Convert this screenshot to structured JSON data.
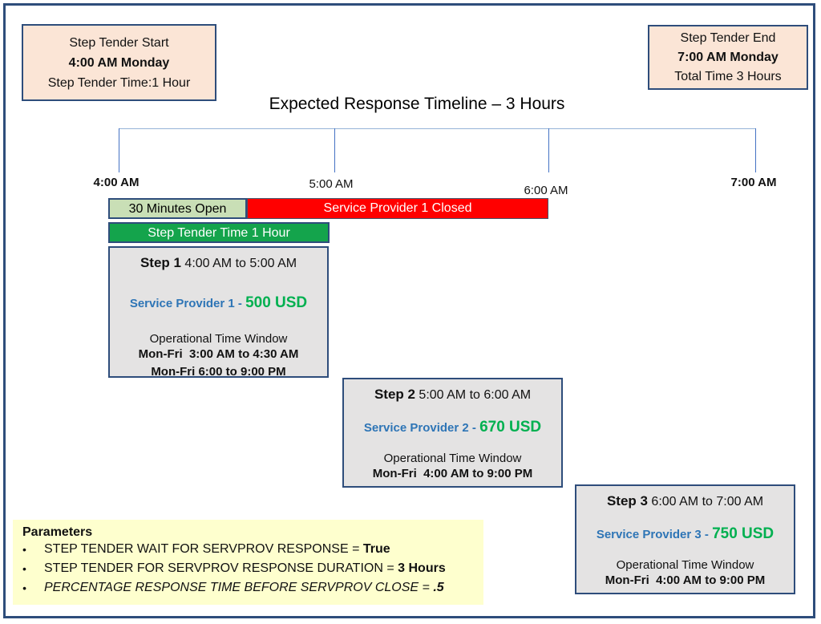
{
  "title": "Expected Response Timeline – 3 Hours",
  "colors": {
    "frame_navy": "#2E4D7B",
    "note_peach": "#FBE5D6",
    "open_bar_light_green": "#C9DFB6",
    "closed_bar_red": "#FF0000",
    "tender_bar_green": "#14A44C",
    "step_box_gray": "#E4E3E3",
    "params_yellow": "#FEFFCE",
    "provider_blue": "#2E75B6",
    "price_green": "#00B050",
    "axis_blue": "#4472C4"
  },
  "start_note": {
    "line1": "Step Tender Start",
    "line2": "4:00 AM Monday",
    "line3": "Step Tender Time:1 Hour"
  },
  "end_note": {
    "line1": "Step Tender End",
    "line2": "7:00 AM Monday",
    "line3": "Total Time 3 Hours"
  },
  "timeline": {
    "ticks": [
      {
        "label": "4:00 AM"
      },
      {
        "label": "5:00 AM"
      },
      {
        "label": "6:00 AM"
      },
      {
        "label": "7:00 AM"
      }
    ]
  },
  "bars": {
    "open": "30 Minutes Open",
    "closed": "Service Provider 1 Closed",
    "tender": "Step Tender Time 1 Hour"
  },
  "steps": [
    {
      "name": "Step 1",
      "range": "4:00 AM to 5:00 AM",
      "provider": "Service Provider 1 - ",
      "price": "500 USD",
      "window_title": "Operational Time Window",
      "window_lines": [
        "Mon-Fri  3:00 AM to 4:30 AM",
        "Mon-Fri 6:00 to 9:00 PM"
      ]
    },
    {
      "name": "Step 2",
      "range": "5:00 AM to 6:00 AM",
      "provider": "Service Provider 2 - ",
      "price": "670 USD",
      "window_title": "Operational Time Window",
      "window_lines": [
        "Mon-Fri  4:00 AM to 9:00 PM"
      ]
    },
    {
      "name": "Step 3",
      "range": "6:00 AM to 7:00 AM",
      "provider": "Service Provider 3 - ",
      "price": "750 USD",
      "window_title": "Operational Time Window",
      "window_lines": [
        "Mon-Fri  4:00 AM to 9:00 PM"
      ]
    }
  ],
  "parameters": {
    "title": "Parameters",
    "bullet": "•",
    "items": [
      {
        "text": "STEP TENDER WAIT FOR SERVPROV RESPONSE = ",
        "value": "True"
      },
      {
        "text": "STEP TENDER FOR SERVPROV RESPONSE DURATION = ",
        "value": "3 Hours"
      },
      {
        "text": "PERCENTAGE RESPONSE TIME BEFORE SERVPROV CLOSE = ",
        "value": ".5"
      }
    ]
  }
}
